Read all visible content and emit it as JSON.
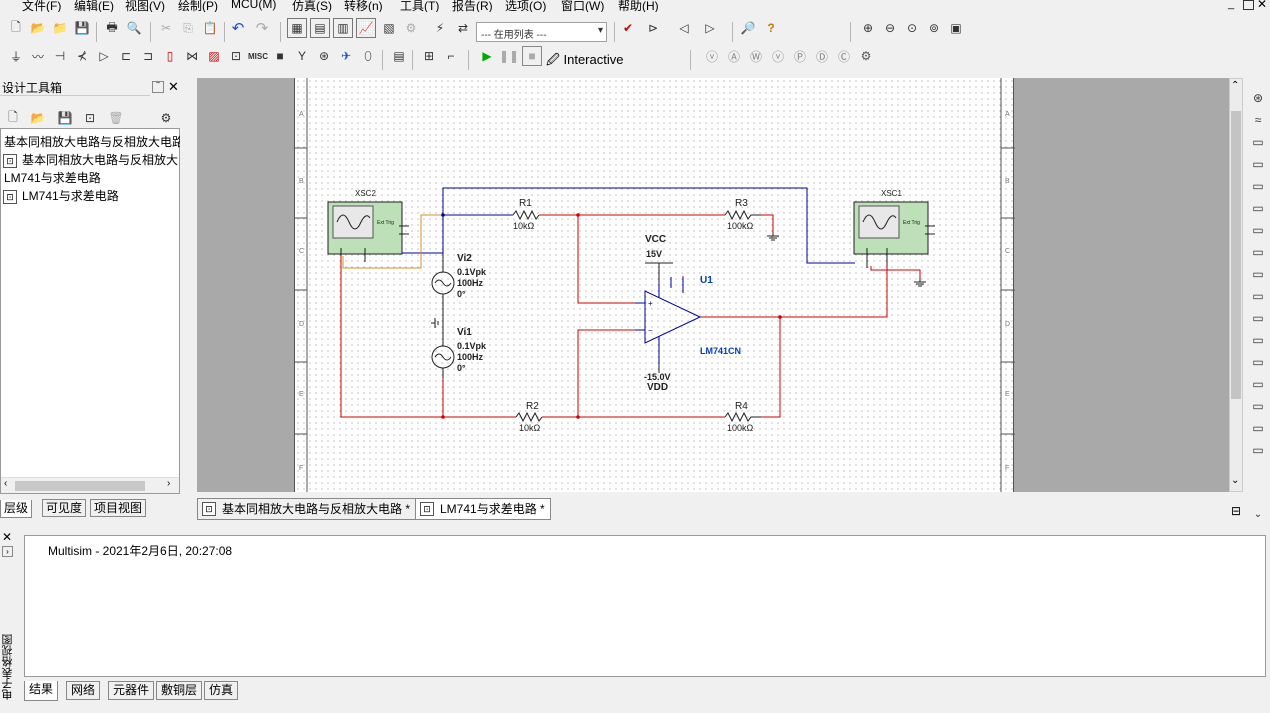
{
  "menu": [
    "文件(F)",
    "编辑(E)",
    "视图(V)",
    "绘制(P)",
    "MCU(M)",
    "仿真(S)",
    "转移(n)",
    "工具(T)",
    "报告(R)",
    "选项(O)",
    "窗口(W)",
    "帮助(H)"
  ],
  "toolbar": {
    "in_use_list": "--- 在用列表 ---",
    "interactive_label": "Interactive"
  },
  "sidebar": {
    "title": "设计工具箱",
    "tree": [
      "基本同相放大电路与反相放大电路",
      "基本同相放大电路与反相放大电路",
      "LM741与求差电路",
      "LM741与求差电路"
    ],
    "tabs": [
      "层级",
      "可见度",
      "项目视图"
    ]
  },
  "doc_tabs": [
    "基本同相放大电路与反相放大电路 *",
    "LM741与求差电路 *"
  ],
  "output": {
    "line": "Multisim  -  2021年2月6日, 20:27:08",
    "side_label": "电子表格视图"
  },
  "bottom_tabs": [
    "结果",
    "网络",
    "元器件",
    "敷铜层",
    "仿真"
  ],
  "schematic": {
    "xsc2": "XSC2",
    "xsc1": "XSC1",
    "r1": {
      "name": "R1",
      "value": "10kΩ"
    },
    "r2": {
      "name": "R2",
      "value": "10kΩ"
    },
    "r3": {
      "name": "R3",
      "value": "100kΩ"
    },
    "r4": {
      "name": "R4",
      "value": "100kΩ"
    },
    "vi2": {
      "name": "Vi2",
      "l1": "0.1Vpk",
      "l2": "100Hz",
      "l3": "0°"
    },
    "vi1": {
      "name": "Vi1",
      "l1": "0.1Vpk",
      "l2": "100Hz",
      "l3": "0°"
    },
    "vcc": {
      "name": "VCC",
      "value": "15V"
    },
    "vdd": {
      "name": "VDD",
      "value": "-15.0V"
    },
    "u1": {
      "name": "U1",
      "part": "LM741CN"
    },
    "ext_trig": "Ext Trig",
    "border_letters": [
      "A",
      "B",
      "C",
      "D",
      "E",
      "F"
    ]
  },
  "colors": {
    "wire_blue": "#0000a0",
    "wire_red": "#d00000",
    "wire_orange": "#d89020",
    "component": "#202020",
    "label_blue": "#0040c0"
  }
}
